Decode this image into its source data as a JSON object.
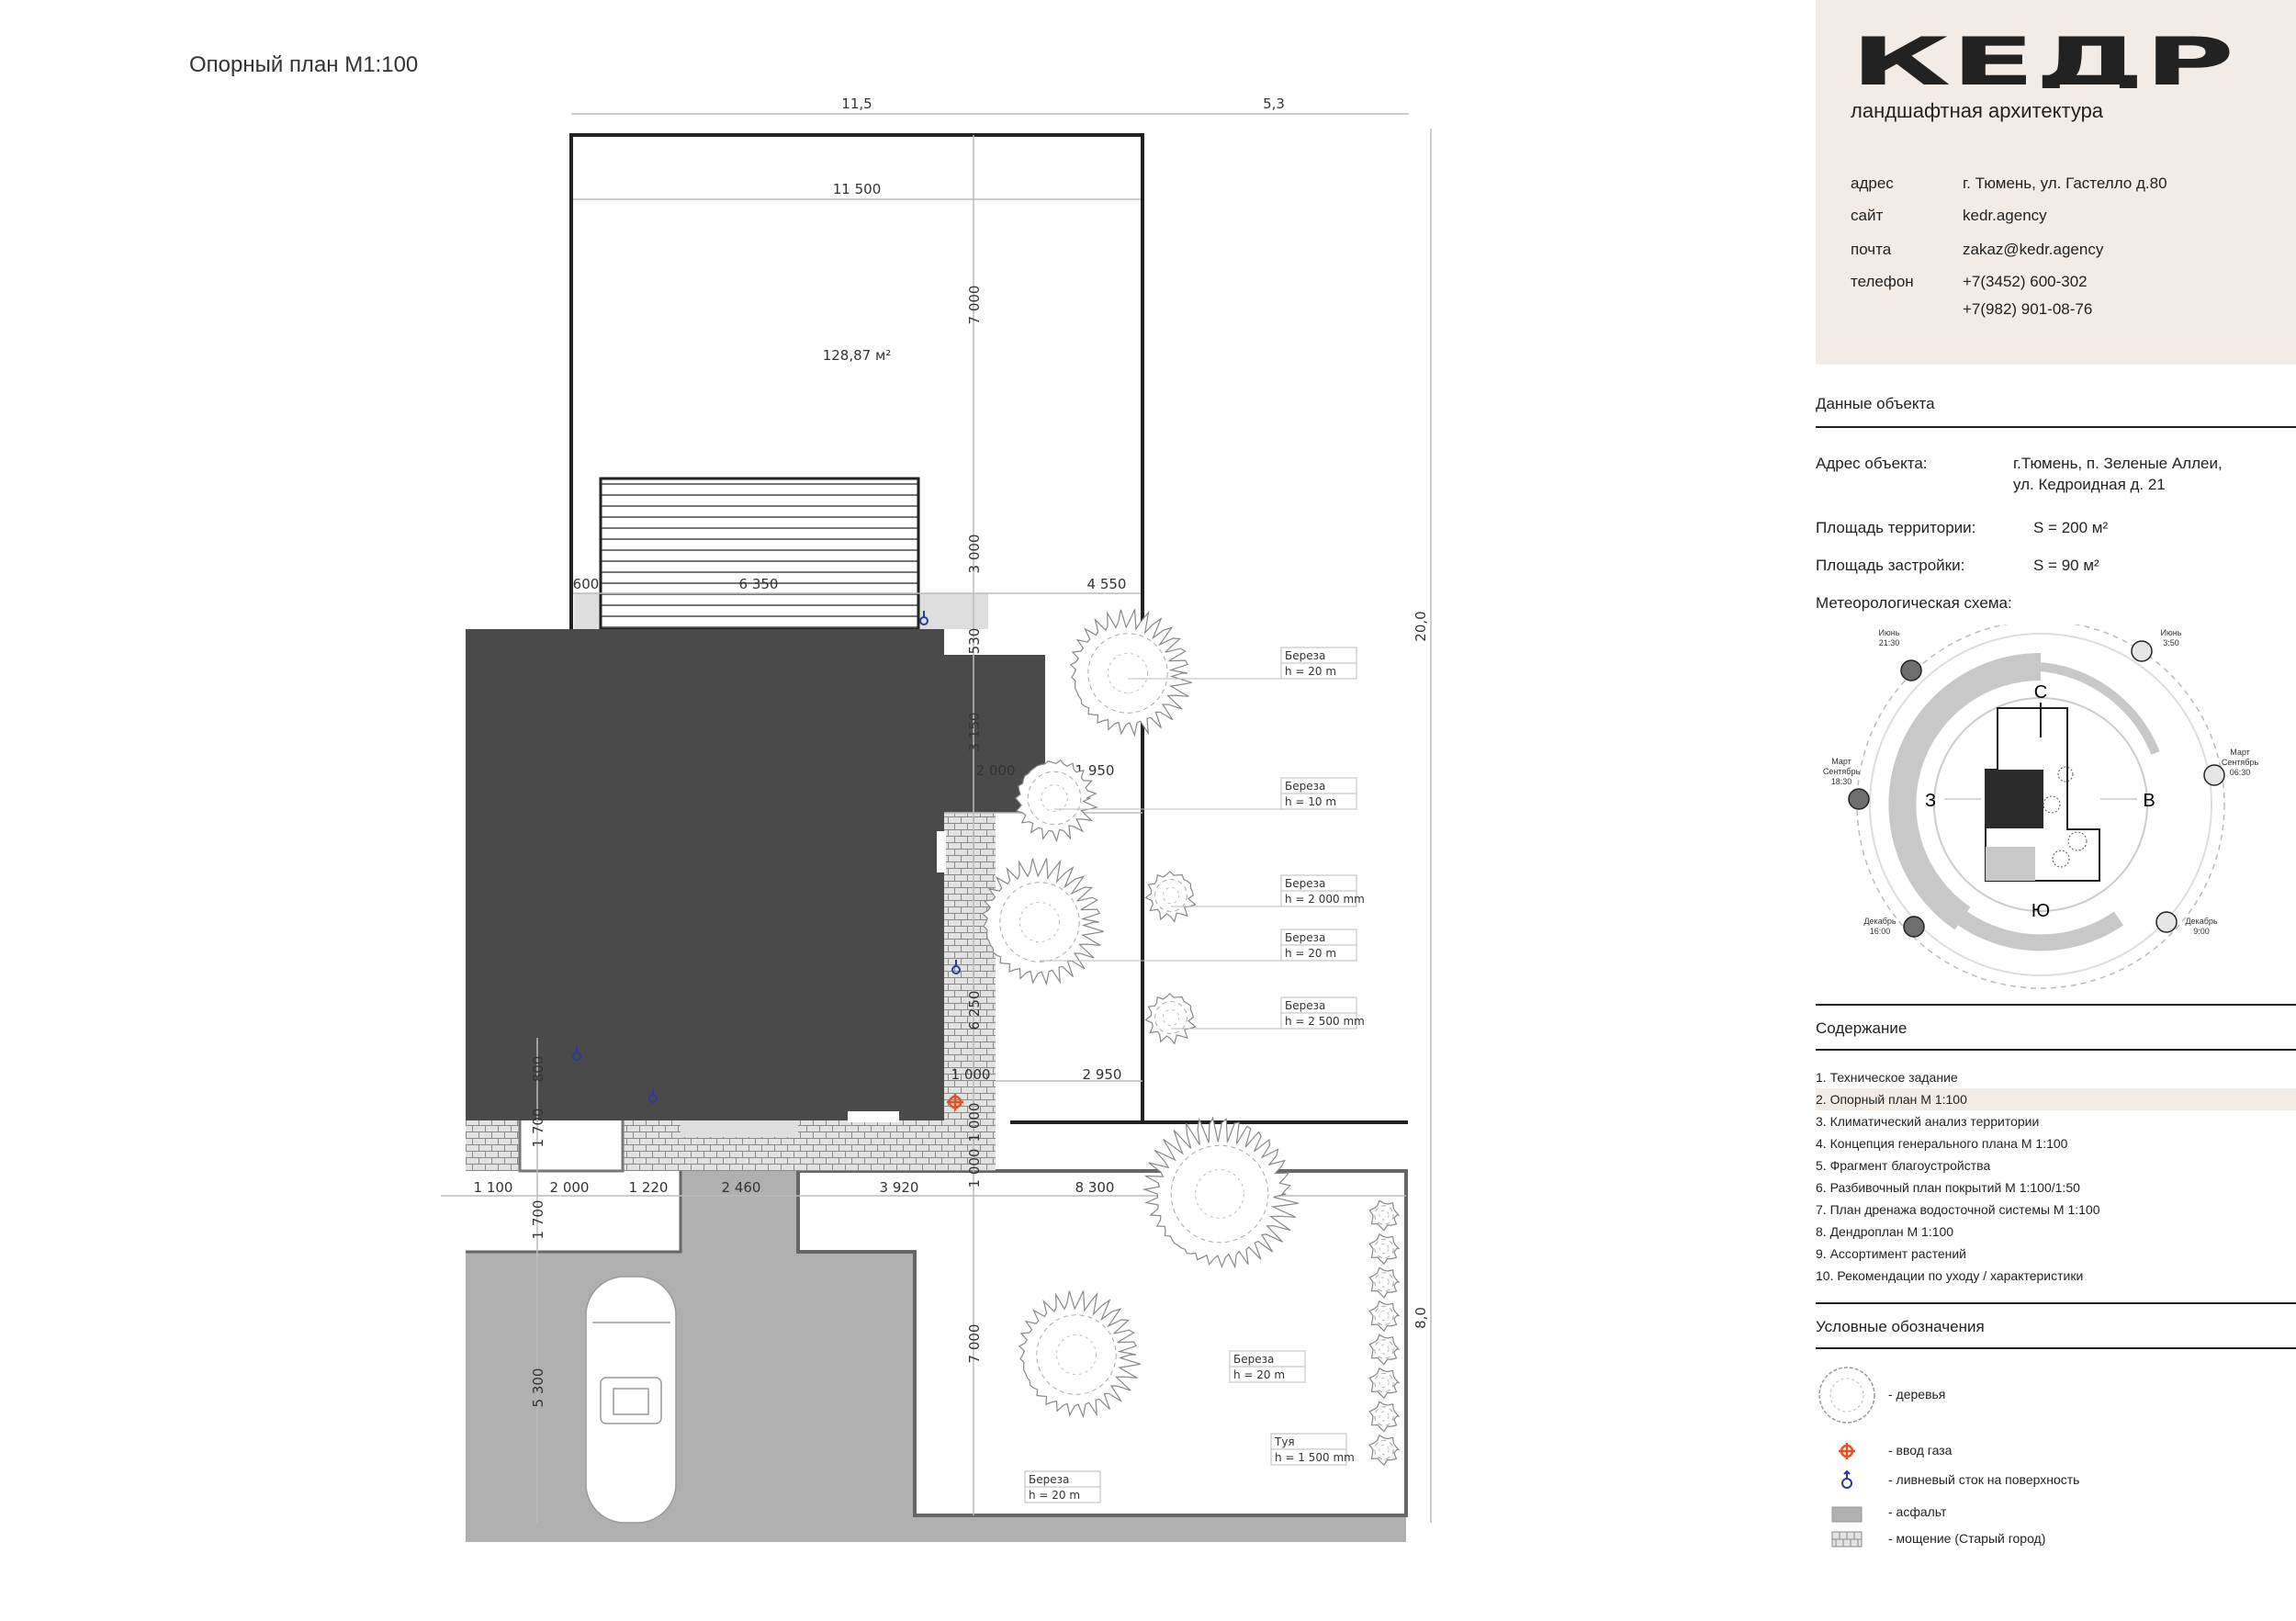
{
  "plan": {
    "title": "Опорный план М1:100",
    "dims_top": [
      "11,5",
      "5,3"
    ],
    "dims_right": [
      "20,0",
      "8,0"
    ],
    "width_inner": "11 500",
    "area": "128,87 м²",
    "dims_vertical_center": [
      "7 000",
      "3 000",
      "530",
      "3 150",
      "6 250",
      "1 000",
      "1 000",
      "7 000"
    ],
    "dims_row_terrace": [
      "600",
      "6 350",
      "4 550"
    ],
    "dims_mid": [
      "2 000",
      "1 950",
      "1 000",
      "2 950"
    ],
    "dims_bottom_row": [
      "1 100",
      "2 000",
      "1 220",
      "2 460",
      "3 920",
      "8 300"
    ],
    "dims_left": [
      "800",
      "1 700",
      "1 700",
      "5 300"
    ],
    "plant_labels": [
      {
        "name": "Береза",
        "height": "h = 20 m"
      },
      {
        "name": "Береза",
        "height": "h = 10 m"
      },
      {
        "name": "Береза",
        "height": "h = 2 000 mm"
      },
      {
        "name": "Береза",
        "height": "h = 20 m"
      },
      {
        "name": "Береза",
        "height": "h = 2 500 mm"
      },
      {
        "name": "Береза",
        "height": "h = 20 m"
      },
      {
        "name": "Туя",
        "height": "h = 1 500 mm"
      },
      {
        "name": "Береза",
        "height": "h = 20 m"
      }
    ]
  },
  "brand": {
    "logo": "КЕДР",
    "tagline": "ландшафтная архитектура",
    "contacts": [
      {
        "label": "адрес",
        "value": "г. Тюмень, ул. Гастелло д.80"
      },
      {
        "label": "сайт",
        "value": "kedr.agency"
      },
      {
        "label": "почта",
        "value": "zakaz@kedr.agency"
      },
      {
        "label": "телефон",
        "value": "+7(3452) 600-302"
      },
      {
        "label": "",
        "value": "+7(982) 901-08-76"
      }
    ]
  },
  "object": {
    "heading": "Данные объекта",
    "address_label": "Адрес объекта:",
    "address_line1": "г.Тюмень, п. Зеленые Аллеи,",
    "address_line2": "ул. Кедроидная д. 21",
    "territory_label": "Площадь территории:",
    "territory_value": "S = 200 м²",
    "building_label": "Площадь застройки:",
    "building_value": "S = 90 м²",
    "meteo_label": "Метеорологическая схема:"
  },
  "meteo": {
    "north": "С",
    "south": "Ю",
    "east": "В",
    "west": "З",
    "suns": [
      {
        "month": "Июнь",
        "time": "21:30",
        "color": "#6e6e6e"
      },
      {
        "month": "Июнь",
        "time": "3:50",
        "color": "#e6e6e6"
      },
      {
        "month": "Март Сентябрь",
        "time": "06:30",
        "color": "#e6e6e6"
      },
      {
        "month": "Март Сентябрь",
        "time": "18:30",
        "color": "#6e6e6e"
      },
      {
        "month": "Декабрь",
        "time": "16:00",
        "color": "#6e6e6e"
      },
      {
        "month": "Декабрь",
        "time": "9:00",
        "color": "#e6e6e6"
      }
    ]
  },
  "contents": {
    "heading": "Содержание",
    "active_index": 1,
    "items": [
      "1. Техническое задание",
      "2. Опорный план М 1:100",
      "3. Климатический анализ территории",
      "4. Концепция генерального плана М 1:100",
      "5. Фрагмент благоустройства",
      "6. Разбивочный план покрытий М 1:100/1:50",
      "7. План дренажа водосточной системы М 1:100",
      "8. Дендроплан М 1:100",
      "9. Ассортимент растений",
      "10. Рекомендации по уходу / характеристики"
    ]
  },
  "legend": {
    "heading": "Условные обозначения",
    "items": [
      {
        "icon": "tree-icon",
        "label": "- деревья"
      },
      {
        "icon": "gas-inlet-icon",
        "label": "- ввод газа",
        "color": "#e8511f"
      },
      {
        "icon": "storm-drain-icon",
        "label": "- ливневый сток на поверхность",
        "color": "#2b3a9c"
      },
      {
        "icon": "asphalt-swatch",
        "label": "- асфальт",
        "color": "#b0b0b0"
      },
      {
        "icon": "paving-swatch",
        "label": "- мощение (Старый город)"
      }
    ]
  },
  "colors": {
    "house": "#4a4a4a",
    "asphalt": "#b0b0b0",
    "brand_bg": "#f3ebe5"
  }
}
